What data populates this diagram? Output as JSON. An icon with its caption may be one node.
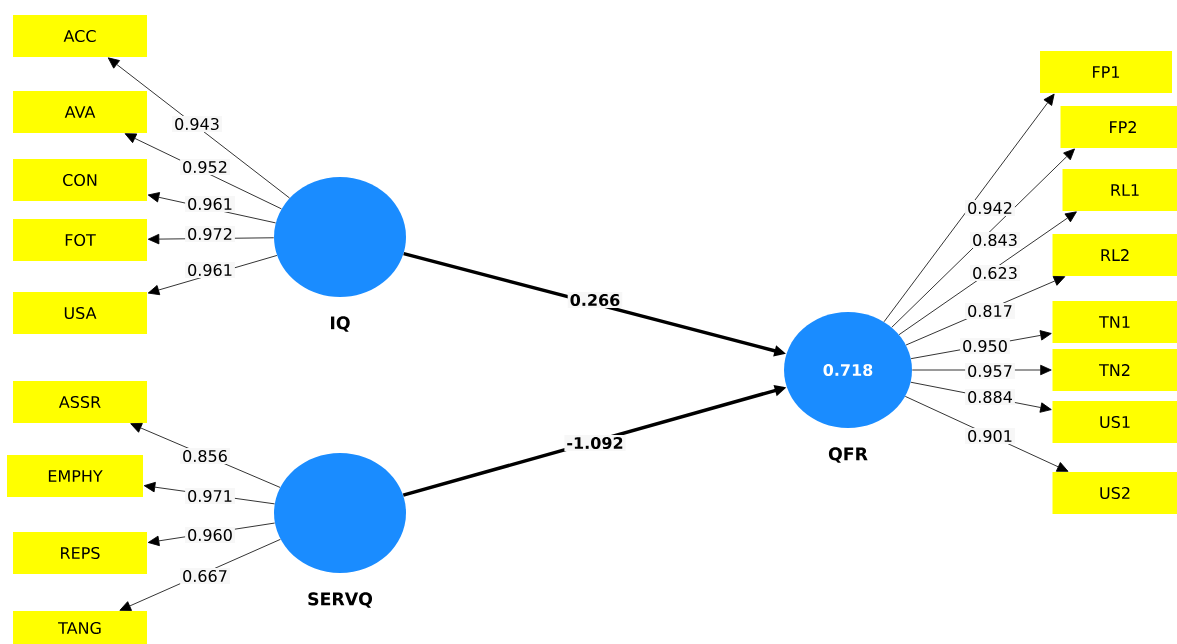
{
  "diagram": {
    "nodes": [
      {
        "text": [
          "ACC"
        ]
      },
      {
        "text": [
          "AVA"
        ]
      },
      {
        "text": [
          "CON"
        ]
      },
      {
        "text": [
          "FOT"
        ]
      },
      {
        "text": [
          "USA"
        ]
      },
      {
        "text": [
          "IQ"
        ]
      },
      {
        "text": [
          "ASSR"
        ]
      },
      {
        "text": [
          "EMPHY"
        ]
      },
      {
        "text": [
          "REPS"
        ]
      },
      {
        "text": [
          "TANG"
        ]
      },
      {
        "text": [
          "SERVQ"
        ]
      },
      {
        "text": [
          "0.718",
          "QFR"
        ]
      },
      {
        "text": [
          "FP1"
        ]
      },
      {
        "text": [
          "FP2"
        ]
      },
      {
        "text": [
          "RL1"
        ]
      },
      {
        "text": [
          "RL2"
        ]
      },
      {
        "text": [
          "TN1"
        ]
      },
      {
        "text": [
          "TN2"
        ]
      },
      {
        "text": [
          "US1"
        ]
      },
      {
        "text": [
          "US2"
        ]
      }
    ],
    "edges": [
      {
        "from": 5,
        "to": 0,
        "arrow": "to",
        "label": "0.943"
      },
      {
        "from": 5,
        "to": 1,
        "arrow": "to",
        "label": "0.952"
      },
      {
        "from": 5,
        "to": 2,
        "arrow": "to",
        "label": "0.961"
      },
      {
        "from": 5,
        "to": 3,
        "arrow": "to",
        "label": "0.972"
      },
      {
        "from": 5,
        "to": 4,
        "arrow": "to",
        "label": "0.961"
      },
      {
        "from": 10,
        "to": 6,
        "arrow": "to",
        "label": "0.856"
      },
      {
        "from": 10,
        "to": 7,
        "arrow": "to",
        "label": "0.971"
      },
      {
        "from": 10,
        "to": 8,
        "arrow": "to",
        "label": "0.960"
      },
      {
        "from": 10,
        "to": 9,
        "arrow": "to",
        "label": "0.667"
      },
      {
        "from": 5,
        "to": 11,
        "arrow": "to",
        "label": "0.266",
        "style": "thick"
      },
      {
        "from": 10,
        "to": 11,
        "arrow": "to",
        "label": "-1.092",
        "style": "thick"
      },
      {
        "from": 11,
        "to": 12,
        "arrow": "to",
        "label": "0.942"
      },
      {
        "from": 11,
        "to": 13,
        "arrow": "to",
        "label": "0.843"
      },
      {
        "from": 11,
        "to": 14,
        "arrow": "to",
        "label": "0.623"
      },
      {
        "from": 11,
        "to": 15,
        "arrow": "to",
        "label": "0.817"
      },
      {
        "from": 11,
        "to": 16,
        "arrow": "to",
        "label": "0.950"
      },
      {
        "from": 11,
        "to": 17,
        "arrow": "to",
        "label": "0.957"
      },
      {
        "from": 11,
        "to": 18,
        "arrow": "to",
        "label": "0.884"
      },
      {
        "from": 11,
        "to": 19,
        "arrow": "to",
        "label": "0.901"
      }
    ]
  }
}
